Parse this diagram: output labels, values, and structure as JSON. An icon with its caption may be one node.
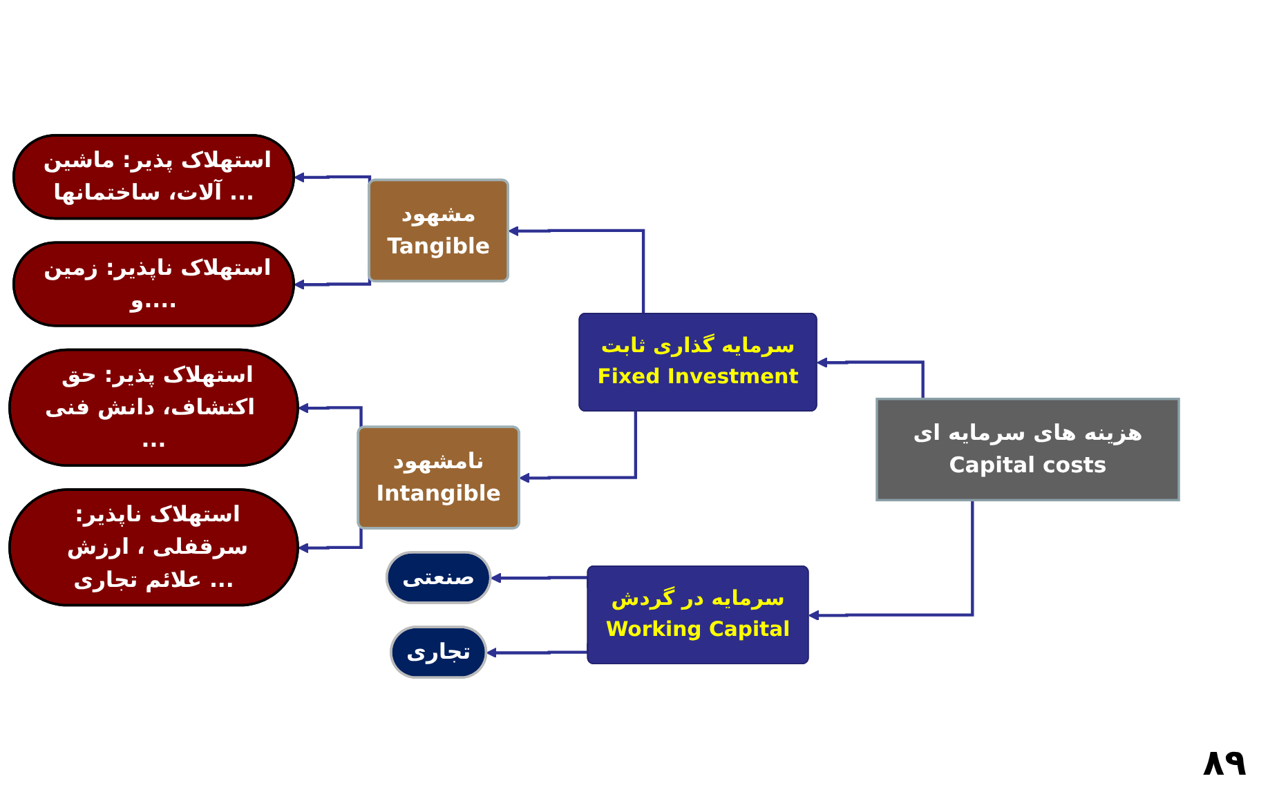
{
  "diagram": {
    "nodes": [
      {
        "text": [
          "هزینه های سرمایه ای",
          "Capital costs"
        ]
      },
      {
        "text": [
          "سرمایه گذاری ثابت",
          "Fixed Investment"
        ]
      },
      {
        "text": [
          "سرمایه در گردش",
          "Working Capital"
        ]
      },
      {
        "text": [
          "مشهود",
          "Tangible"
        ]
      },
      {
        "text": [
          "نامشهود",
          "Intangible"
        ]
      },
      {
        "text": [
          "استهلاک پذیر: ماشین آلات، ساختمانها ..."
        ]
      },
      {
        "text": [
          "استهلاک ناپذیر: زمین و...."
        ]
      },
      {
        "text": [
          "استهلاک پذیر: حق اکتشاف، دانش فنی ..."
        ]
      },
      {
        "text": [
          "استهلاک ناپذیر: سرقفلی ، ارزش علائم تجاری ..."
        ]
      },
      {
        "text": [
          "صنعتی"
        ]
      },
      {
        "text": [
          "تجاری"
        ]
      }
    ],
    "edges": [
      {
        "from": 0,
        "to": 1,
        "arrow": "to"
      },
      {
        "from": 0,
        "to": 2,
        "arrow": "to"
      },
      {
        "from": 1,
        "to": 3,
        "arrow": "to"
      },
      {
        "from": 1,
        "to": 4,
        "arrow": "to"
      },
      {
        "from": 3,
        "to": 5,
        "arrow": "to"
      },
      {
        "from": 3,
        "to": 6,
        "arrow": "to"
      },
      {
        "from": 4,
        "to": 7,
        "arrow": "to"
      },
      {
        "from": 4,
        "to": 8,
        "arrow": "to"
      },
      {
        "from": 2,
        "to": 9,
        "arrow": "to"
      },
      {
        "from": 2,
        "to": 10,
        "arrow": "to"
      }
    ],
    "labels": [
      "۸۹"
    ]
  }
}
